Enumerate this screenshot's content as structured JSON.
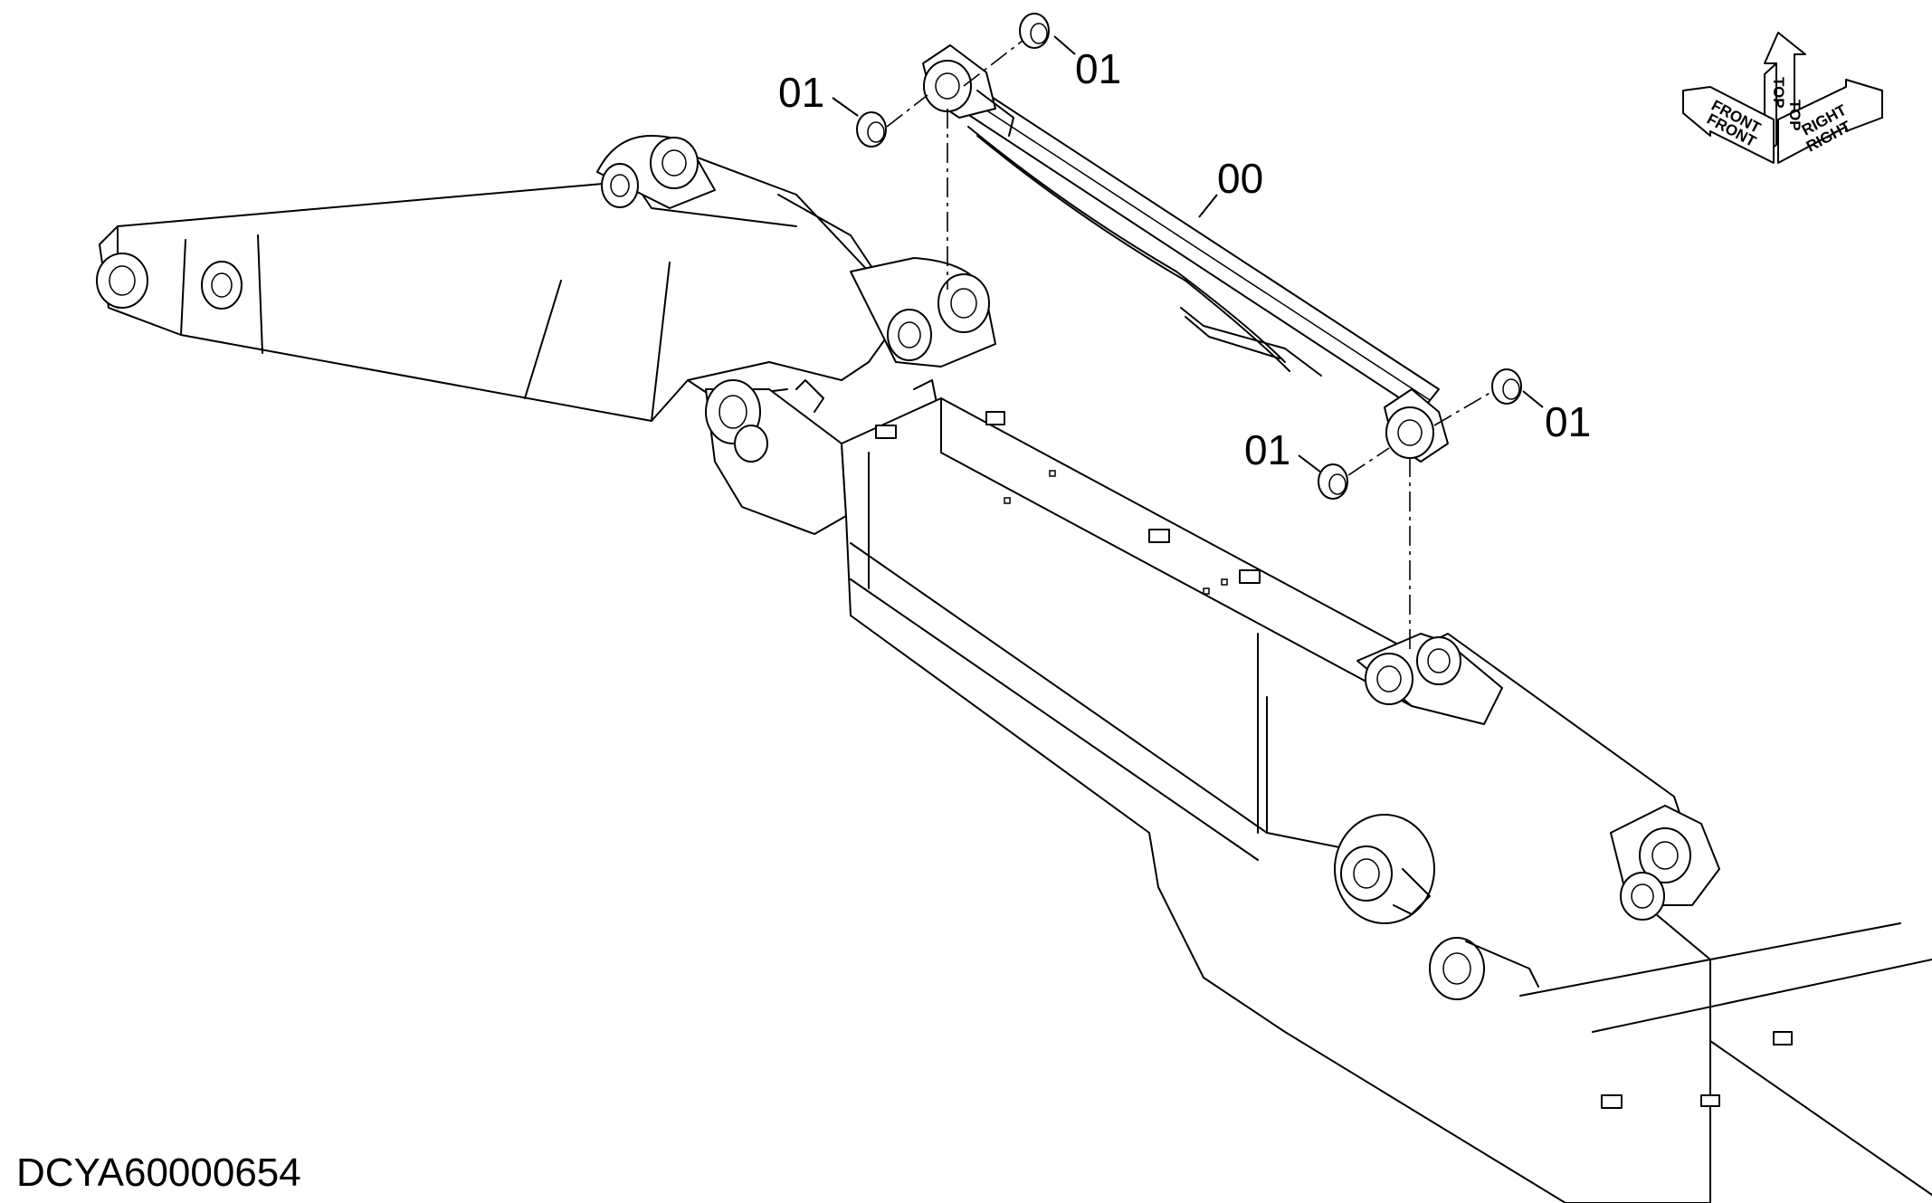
{
  "drawing_id": "DCYA60000654",
  "callouts": {
    "assembly": "00",
    "bushing_top_right": "01",
    "bushing_top_left": "01",
    "bushing_bottom_right": "01",
    "bushing_bottom_left": "01"
  },
  "orientation": {
    "top": "TOP",
    "front": "FRONT",
    "right": "RIGHT",
    "front_back": "FRONT",
    "top_back": "TOP",
    "right_back": "RIGHT"
  }
}
